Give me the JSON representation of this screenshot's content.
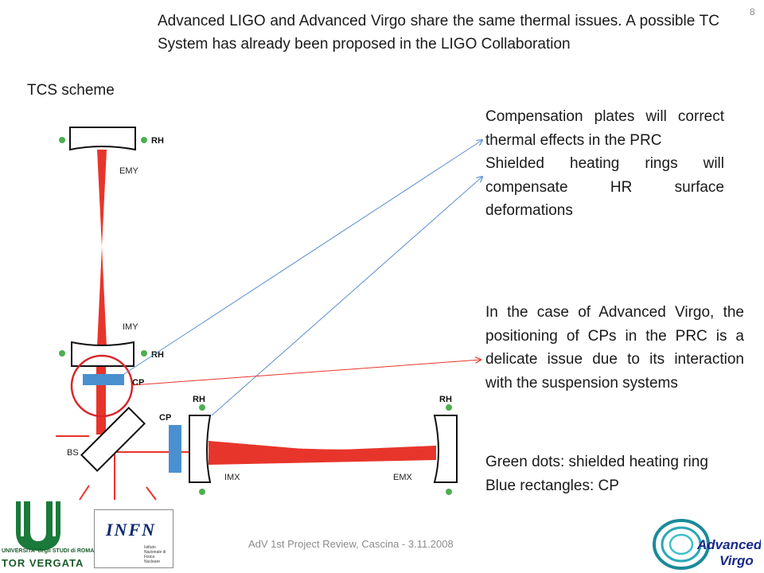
{
  "slide": {
    "intro": "Advanced LIGO and Advanced Virgo share the same thermal issues. A possible TC System has already been proposed in the LIGO Collaboration",
    "number": "8",
    "scheme_title": "TCS scheme",
    "block1_line1": "Compensation plates will correct thermal effects in the PRC",
    "block1_line2": "Shielded heating rings will compensate HR surface deformations",
    "block2": "In the case of Advanced Virgo, the positioning of CPs in the PRC is a delicate issue due to its interaction with the suspension systems",
    "legend_line1": "Green dots: shielded heating ring",
    "legend_line2": "Blue rectangles: CP",
    "footer": "AdV 1st Project Review, Cascina - 3.11.2008"
  },
  "diagram": {
    "labels": {
      "rh_top": "RH",
      "emy": "EMY",
      "imy": "IMY",
      "rh_mid": "RH",
      "cp_mid": "CP",
      "rh_imx": "RH",
      "cp_low": "CP",
      "bs": "BS",
      "imx": "IMX",
      "rh_emx": "RH",
      "emx": "EMX"
    },
    "colors": {
      "beam": "#e8352b",
      "heating_ring": "#4caf50",
      "cp": "#4a90d0",
      "arrow": "#5b8fd0"
    }
  },
  "logos": {
    "infn": "INFN",
    "infn_sub": "Istituto Nazionale di Fisica Nucleare",
    "tv_small": "UNIVERSITA' degli STUDI di ROMA",
    "tv_big": "TOR VERGATA",
    "adv_1": "Advanced",
    "adv_2": "Virgo"
  }
}
